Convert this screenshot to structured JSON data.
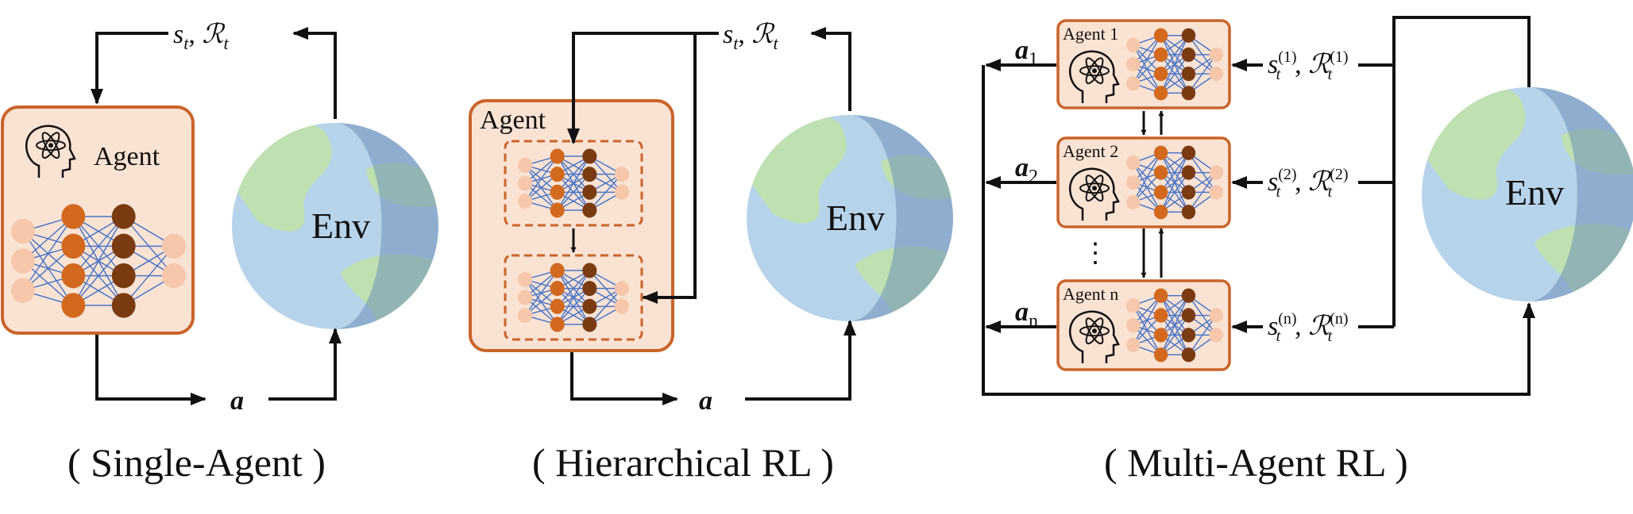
{
  "panels": [
    {
      "caption": "( Single-Agent )",
      "agent_label": "Agent",
      "env_label": "Env",
      "state_reward": "s_t, R_t",
      "action": "a"
    },
    {
      "caption": "( Hierarchical RL )",
      "agent_label": "Agent",
      "env_label": "Env",
      "state_reward": "s_t, R_t",
      "action": "a"
    },
    {
      "caption": "( Multi-Agent RL )",
      "env_label": "Env",
      "agents": [
        {
          "label": "Agent 1",
          "action_base": "a",
          "action_sub": "1",
          "obs_sup": "(1)"
        },
        {
          "label": "Agent 2",
          "action_base": "a",
          "action_sub": "2",
          "obs_sup": "(2)"
        },
        {
          "label": "Agent n",
          "action_base": "a",
          "action_sub": "n",
          "obs_sup": "(n)"
        }
      ],
      "ellipsis": "⋮"
    }
  ],
  "colors": {
    "agent_fill": "#fbe3d4",
    "agent_border": "#c9642a",
    "node_orange": "#d2691e",
    "node_brown": "#7a3b12",
    "node_light": "#f6c7aa",
    "edge_blue": "#4a76c9",
    "ocean": "#b7d3ea",
    "land": "#bfe0b0",
    "shade": "#6f90b8"
  }
}
